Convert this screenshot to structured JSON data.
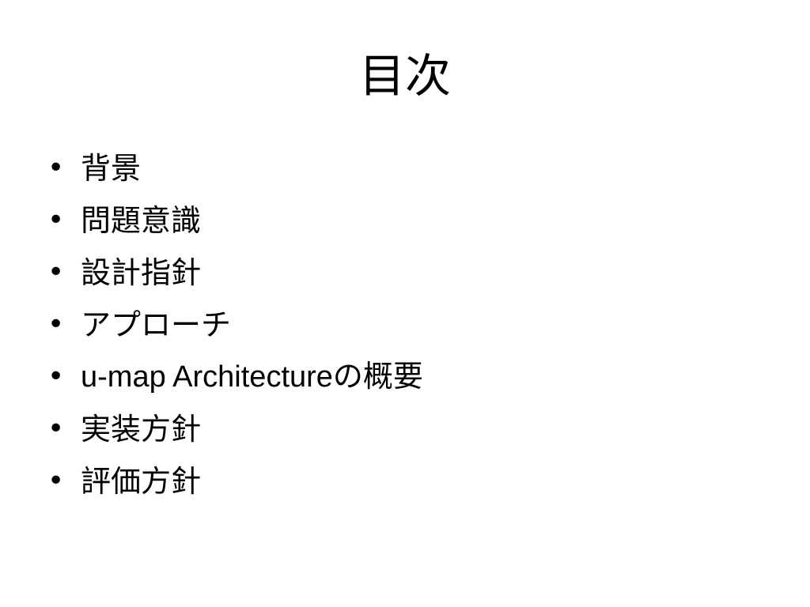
{
  "slide": {
    "title": "目次",
    "items": [
      {
        "label": "背景"
      },
      {
        "label": "問題意識"
      },
      {
        "label": "設計指針"
      },
      {
        "label": "アプローチ"
      },
      {
        "label": "u-map Architectureの概要"
      },
      {
        "label": "実装方針"
      },
      {
        "label": "評価方針"
      }
    ],
    "bullet_glyph": "•"
  }
}
